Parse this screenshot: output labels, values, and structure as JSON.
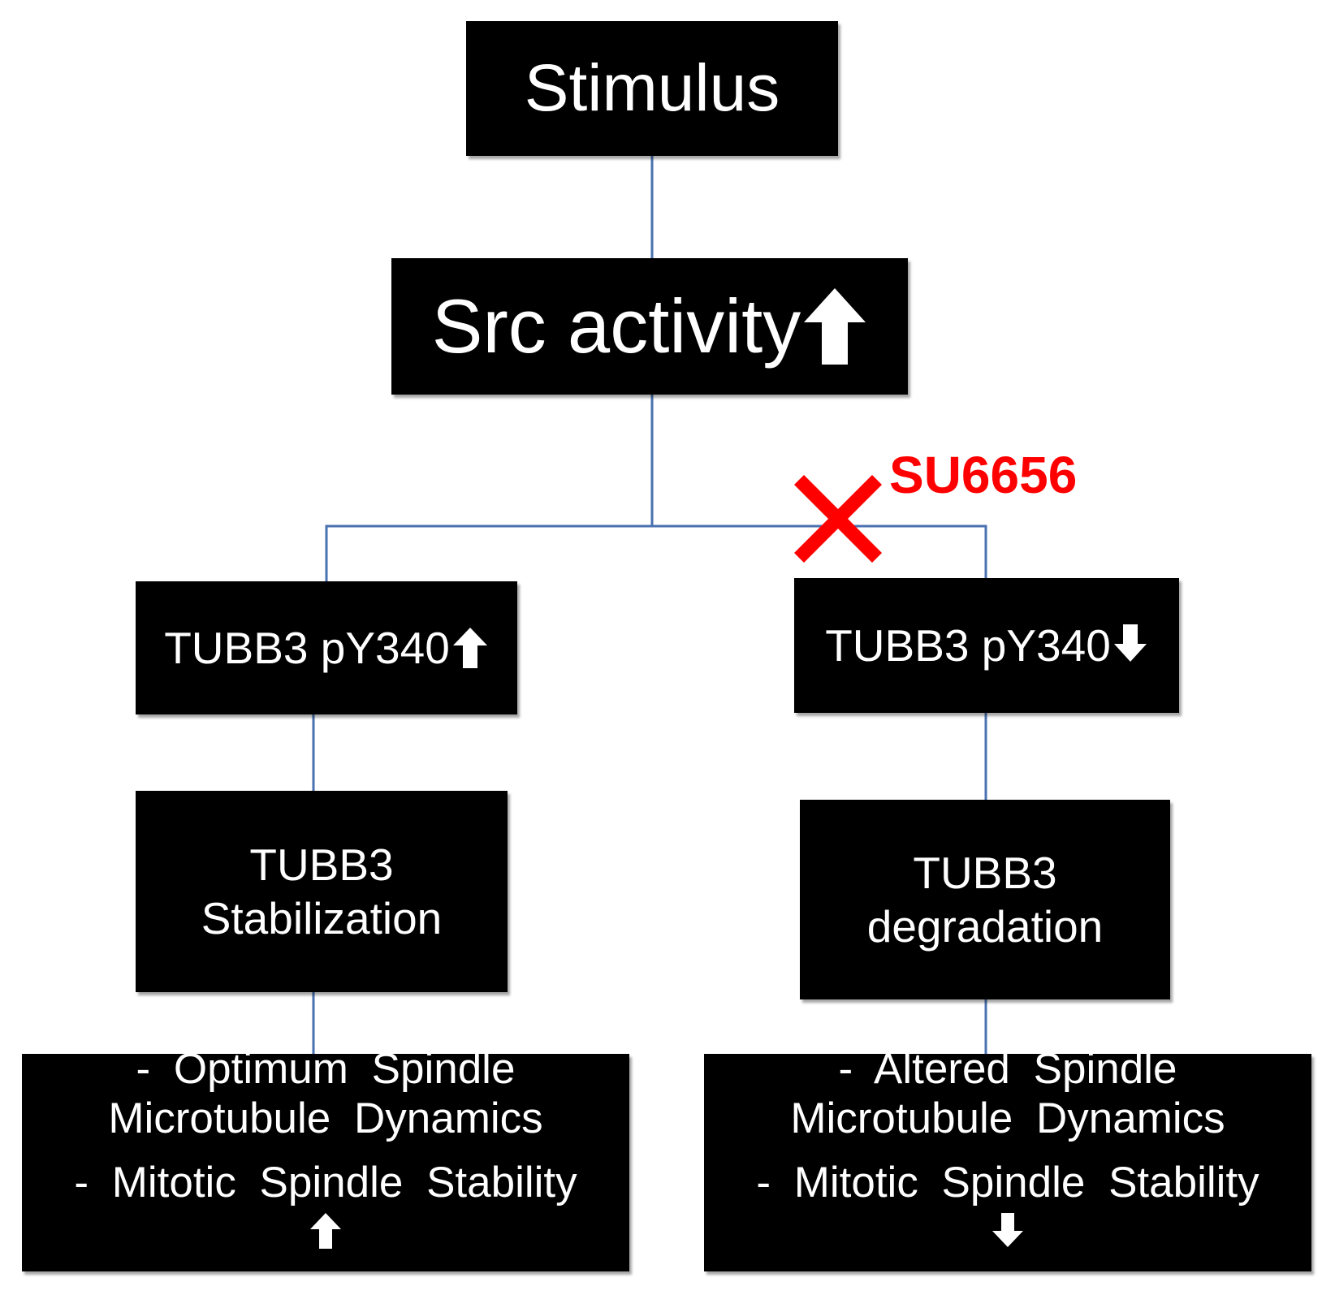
{
  "nodes": {
    "stimulus": "Stimulus",
    "src_activity": "Src activity",
    "tubb3_py340_up": "TUBB3 pY340",
    "tubb3_py340_down": "TUBB3 pY340",
    "stabilization": [
      "TUBB3",
      "Stabilization"
    ],
    "degradation": [
      "TUBB3",
      "degradation"
    ],
    "outcome_left": [
      "- Optimum Spindle",
      "Microtubule Dynamics",
      "- Mitotic Spindle Stability"
    ],
    "outcome_right": [
      "- Altered Spindle",
      "Microtubule Dynamics",
      "- Mitotic Spindle Stability"
    ]
  },
  "inhibitor": {
    "label": "SU6656",
    "color": "#ff0000"
  },
  "indicators": {
    "src_activity": "up-arrow-icon",
    "tubb3_py340_left": "up-arrow-icon",
    "tubb3_py340_right": "down-arrow-icon",
    "outcome_left": "up-arrow-icon",
    "outcome_right": "down-arrow-icon"
  },
  "colors": {
    "box_fill": "#000000",
    "box_text": "#ffffff",
    "connector": "#4a72b0",
    "block_mark": "#ff0000"
  }
}
